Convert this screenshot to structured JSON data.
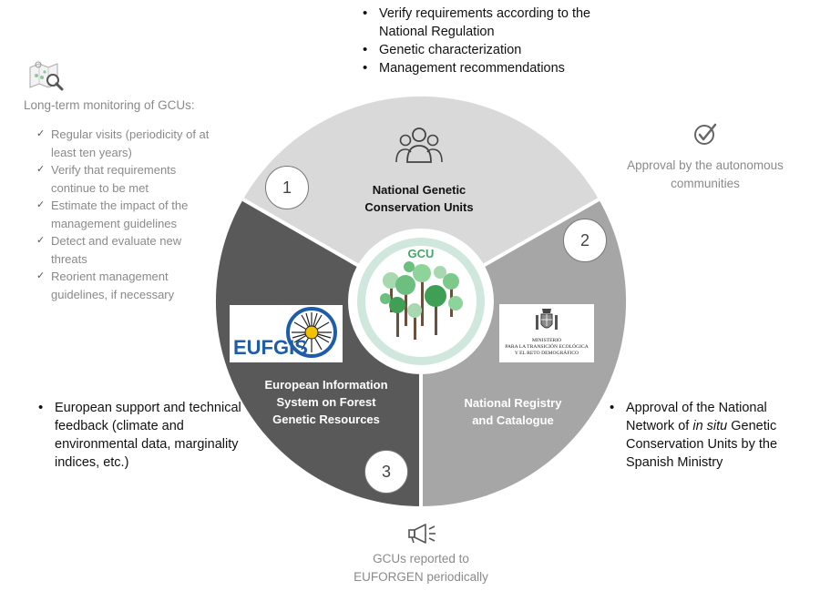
{
  "top_bullets": [
    "Verify requirements according to the National Regulation",
    "Genetic characterization",
    "Management recommendations"
  ],
  "monitoring": {
    "icon": "map-search-icon",
    "title": "Long-term monitoring of GCUs:",
    "items": [
      "Regular visits (periodicity of at least ten years)",
      "Verify that requirements continue to be met",
      "Estimate the impact of the management guidelines",
      "Detect and evaluate new threats",
      "Reorient management guidelines, if necessary"
    ]
  },
  "approval": {
    "icon": "check-circle-icon",
    "text": "Approval by the autonomous communities"
  },
  "circle": {
    "center_label": "GCU",
    "segments": [
      {
        "number": "1",
        "title": "National Genetic Conservation Units",
        "icon": "people-group-icon",
        "color": "#d9d9d9"
      },
      {
        "number": "2",
        "title": "National Registry and Catalogue",
        "logo_lines": [
          "MINISTERIO",
          "PARA LA TRANSICIÓN ECOLÓGICA",
          "Y EL RETO DEMOGRÁFICO"
        ],
        "color": "#a6a6a6"
      },
      {
        "number": "3",
        "title": "European Information System on Forest Genetic Resources",
        "logo_text": "EUFGIS",
        "color": "#595959"
      }
    ]
  },
  "left_bullet": "European support and technical feedback (climate and environmental data, marginality indices, etc.)",
  "right_bullet": {
    "before": "Approval of the National Network of ",
    "italic": "in situ",
    "after": " Genetic Conservation Units by the Spanish Ministry"
  },
  "bottom": {
    "icon": "megaphone-icon",
    "text": "GCUs reported to EUFORGEN periodically"
  }
}
